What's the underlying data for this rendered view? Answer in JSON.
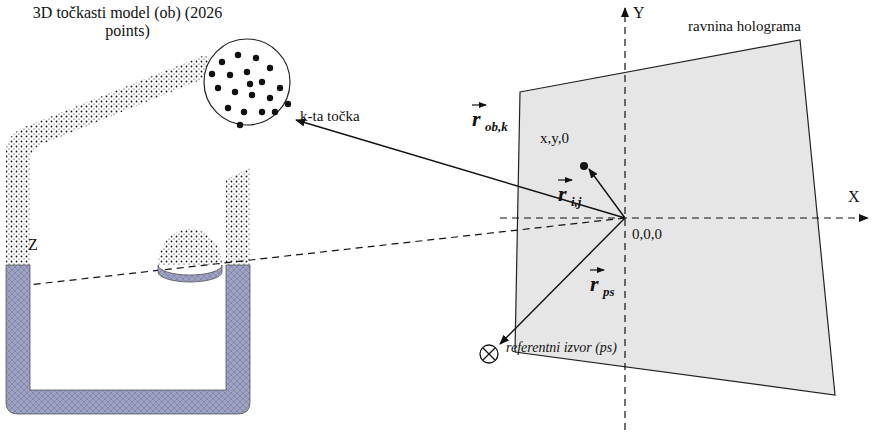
{
  "diagram": {
    "labels": [
      "3D točkasti model (ob) (2026 points)",
      "k-ta točka",
      "r",
      "ob,k",
      "ravnina holograma",
      "Y",
      "X",
      "Z",
      "x,y,0",
      "r",
      "i,j",
      "0,0,0",
      "r",
      "ps",
      "referentni izvor (ps)"
    ]
  }
}
